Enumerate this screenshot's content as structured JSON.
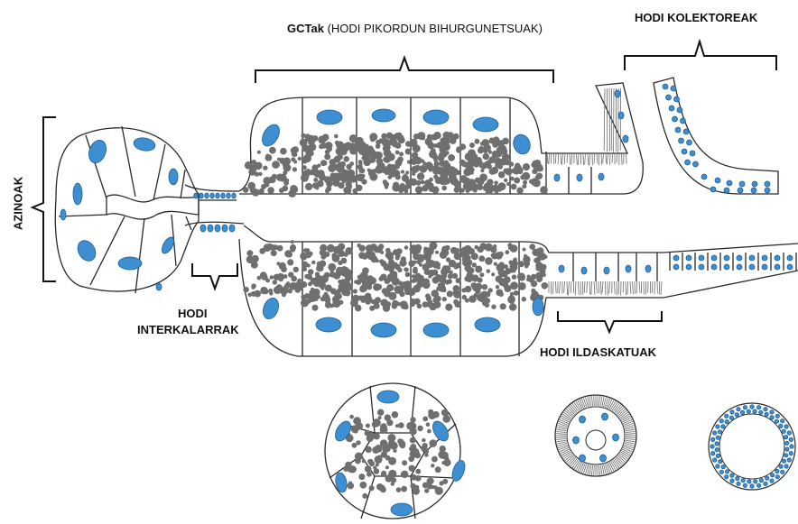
{
  "labels": {
    "gct_bold": "GCTak",
    "gct_sub": "(HODI PIKORDUN BIHURGUNETSUAK)",
    "collector": "HODI KOLEKTOREAK",
    "acini": "AZINOAK",
    "intercalated_l1": "HODI",
    "intercalated_l2": "INTERKALARRAK",
    "striated": "HODI ILDASKATUAK"
  },
  "colors": {
    "nucleus": "#3d8fd1",
    "nucleus_stroke": "#1f5f94",
    "granule": "#6f6f6f",
    "outline": "#2a2a2a",
    "striation": "#6a6a6a"
  }
}
